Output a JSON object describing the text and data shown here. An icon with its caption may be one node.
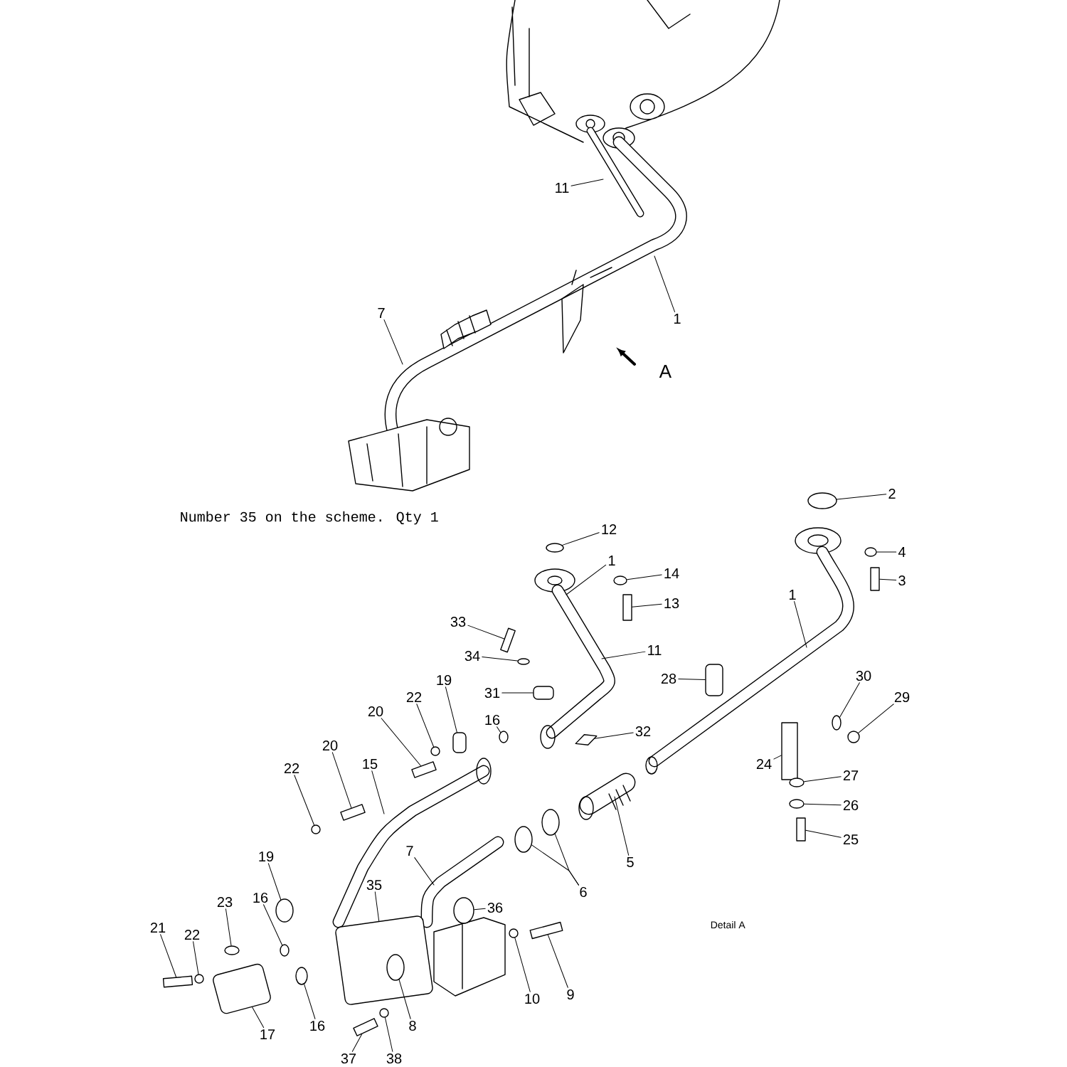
{
  "diagram": {
    "nodes": [
      {
        "text": [
          "11"
        ]
      },
      {
        "text": [
          "1"
        ]
      },
      {
        "text": [
          "7"
        ]
      },
      {
        "text": [
          "2"
        ]
      },
      {
        "text": [
          "12"
        ]
      },
      {
        "text": [
          "4"
        ]
      },
      {
        "text": [
          "1"
        ]
      },
      {
        "text": [
          "14"
        ]
      },
      {
        "text": [
          "3"
        ]
      },
      {
        "text": [
          "13"
        ]
      },
      {
        "text": [
          "1"
        ]
      },
      {
        "text": [
          "33"
        ]
      },
      {
        "text": [
          "34"
        ]
      },
      {
        "text": [
          "11"
        ]
      },
      {
        "text": [
          "28"
        ]
      },
      {
        "text": [
          "30"
        ]
      },
      {
        "text": [
          "31"
        ]
      },
      {
        "text": [
          "29"
        ]
      },
      {
        "text": [
          "19"
        ]
      },
      {
        "text": [
          "22"
        ]
      },
      {
        "text": [
          "20"
        ]
      },
      {
        "text": [
          "16"
        ]
      },
      {
        "text": [
          "32"
        ]
      },
      {
        "text": [
          "20"
        ]
      },
      {
        "text": [
          "22"
        ]
      },
      {
        "text": [
          "15"
        ]
      },
      {
        "text": [
          "24"
        ]
      },
      {
        "text": [
          "27"
        ]
      },
      {
        "text": [
          "26"
        ]
      },
      {
        "text": [
          "25"
        ]
      },
      {
        "text": [
          "5"
        ]
      },
      {
        "text": [
          "7"
        ]
      },
      {
        "text": [
          "19"
        ]
      },
      {
        "text": [
          "6"
        ]
      },
      {
        "text": [
          "35"
        ]
      },
      {
        "text": [
          "36"
        ]
      },
      {
        "text": [
          "23"
        ]
      },
      {
        "text": [
          "16"
        ]
      },
      {
        "text": [
          "21"
        ]
      },
      {
        "text": [
          "22"
        ]
      },
      {
        "text": [
          "17"
        ]
      },
      {
        "text": [
          "16"
        ]
      },
      {
        "text": [
          "8"
        ]
      },
      {
        "text": [
          "10"
        ]
      },
      {
        "text": [
          "9"
        ]
      },
      {
        "text": [
          "37"
        ]
      },
      {
        "text": [
          "38"
        ]
      },
      {
        "text": [],
        "shape": "circle"
      },
      {
        "text": [],
        "shape": "circle"
      },
      {
        "text": [],
        "shape": "circle"
      },
      {
        "text": [],
        "shape": "circle"
      },
      {
        "text": [],
        "shape": "bolt"
      },
      {
        "text": [],
        "shape": "bolt"
      },
      {
        "text": [],
        "shape": "bolt"
      },
      {
        "text": [],
        "shape": "circle"
      },
      {
        "text": [],
        "shape": "clamp"
      },
      {
        "text": [],
        "shape": "circle"
      },
      {
        "text": [],
        "shape": "clamp"
      },
      {
        "text": [],
        "shape": "circle"
      },
      {
        "text": [],
        "shape": "clamp"
      },
      {
        "text": [],
        "shape": "circle"
      },
      {
        "text": [],
        "shape": "bolt"
      },
      {
        "text": [],
        "shape": "circle"
      },
      {
        "text": [],
        "shape": "plate"
      },
      {
        "text": [],
        "shape": "bolt"
      },
      {
        "text": [],
        "shape": "circle"
      },
      {
        "text": [],
        "shape": "bracket"
      },
      {
        "text": [],
        "shape": "circle"
      },
      {
        "text": [],
        "shape": "circle"
      },
      {
        "text": [],
        "shape": "bolt"
      },
      {
        "text": [],
        "shape": "circle"
      },
      {
        "text": [],
        "shape": "circle"
      },
      {
        "text": [],
        "shape": "pump"
      },
      {
        "text": [],
        "shape": "circle"
      },
      {
        "text": [],
        "shape": "circle"
      },
      {
        "text": [],
        "shape": "circle"
      },
      {
        "text": [],
        "shape": "bolt"
      },
      {
        "text": [],
        "shape": "circle"
      },
      {
        "text": [],
        "shape": "fitting"
      },
      {
        "text": [],
        "shape": "circle"
      },
      {
        "text": [],
        "shape": "circle",
        "in": 72
      },
      {
        "text": [],
        "shape": "circle"
      },
      {
        "text": [],
        "shape": "bolt"
      },
      {
        "text": [],
        "shape": "bolt"
      },
      {
        "text": [],
        "shape": "circle"
      },
      {
        "text": [],
        "shape": "circle"
      }
    ],
    "edges": [
      {
        "from": 0,
        "to": null,
        "arrow": "none"
      },
      {
        "from": 1,
        "to": null,
        "arrow": "none"
      },
      {
        "from": 2,
        "to": null,
        "arrow": "none"
      },
      {
        "from": 3,
        "to": 47,
        "arrow": "none"
      },
      {
        "from": 4,
        "to": 48,
        "arrow": "none"
      },
      {
        "from": 5,
        "to": 49,
        "arrow": "none"
      },
      {
        "from": 6,
        "to": null,
        "arrow": "none"
      },
      {
        "from": 7,
        "to": 50,
        "arrow": "none"
      },
      {
        "from": 8,
        "to": 51,
        "arrow": "none"
      },
      {
        "from": 9,
        "to": 52,
        "arrow": "none"
      },
      {
        "from": 10,
        "to": null,
        "arrow": "none"
      },
      {
        "from": 11,
        "to": 53,
        "arrow": "none"
      },
      {
        "from": 12,
        "to": 54,
        "arrow": "none"
      },
      {
        "from": 13,
        "to": null,
        "arrow": "none"
      },
      {
        "from": 14,
        "to": 55,
        "arrow": "none"
      },
      {
        "from": 15,
        "to": 56,
        "arrow": "none"
      },
      {
        "from": 16,
        "to": 57,
        "arrow": "none"
      },
      {
        "from": 17,
        "to": 58,
        "arrow": "none"
      },
      {
        "from": 18,
        "to": 59,
        "arrow": "none"
      },
      {
        "from": 19,
        "to": 60,
        "arrow": "none"
      },
      {
        "from": 20,
        "to": 61,
        "arrow": "none"
      },
      {
        "from": 21,
        "to": 62,
        "arrow": "none"
      },
      {
        "from": 22,
        "to": 63,
        "arrow": "none"
      },
      {
        "from": 23,
        "to": 64,
        "arrow": "none"
      },
      {
        "from": 24,
        "to": 65,
        "arrow": "none"
      },
      {
        "from": 25,
        "to": null,
        "arrow": "none"
      },
      {
        "from": 26,
        "to": 66,
        "arrow": "none"
      },
      {
        "from": 27,
        "to": 67,
        "arrow": "none"
      },
      {
        "from": 28,
        "to": 68,
        "arrow": "none"
      },
      {
        "from": 29,
        "to": 69,
        "arrow": "none"
      },
      {
        "from": 30,
        "to": null,
        "arrow": "none"
      },
      {
        "from": 31,
        "to": null,
        "arrow": "none"
      },
      {
        "from": 32,
        "to": 85,
        "arrow": "none"
      },
      {
        "from": 33,
        "to": 70,
        "arrow": "none"
      },
      {
        "from": 34,
        "to": 72,
        "arrow": "none"
      },
      {
        "from": 35,
        "to": 73,
        "arrow": "none"
      },
      {
        "from": 36,
        "to": 74,
        "arrow": "none"
      },
      {
        "from": 37,
        "to": 75,
        "arrow": "none"
      },
      {
        "from": 38,
        "to": 76,
        "arrow": "none"
      },
      {
        "from": 39,
        "to": 77,
        "arrow": "none"
      },
      {
        "from": 40,
        "to": 78,
        "arrow": "none"
      },
      {
        "from": 41,
        "to": 79,
        "arrow": "none"
      },
      {
        "from": 42,
        "to": 80,
        "arrow": "none"
      },
      {
        "from": 43,
        "to": 81,
        "arrow": "none"
      },
      {
        "from": 44,
        "to": 82,
        "arrow": "none"
      },
      {
        "from": 45,
        "to": 83,
        "arrow": "none"
      },
      {
        "from": 46,
        "to": 84,
        "arrow": "none"
      },
      {
        "from": 33,
        "to": 71,
        "arrow": "none"
      }
    ],
    "labels": [
      "A",
      "Number 35 on the scheme. Qty 1",
      "Detail A"
    ]
  }
}
